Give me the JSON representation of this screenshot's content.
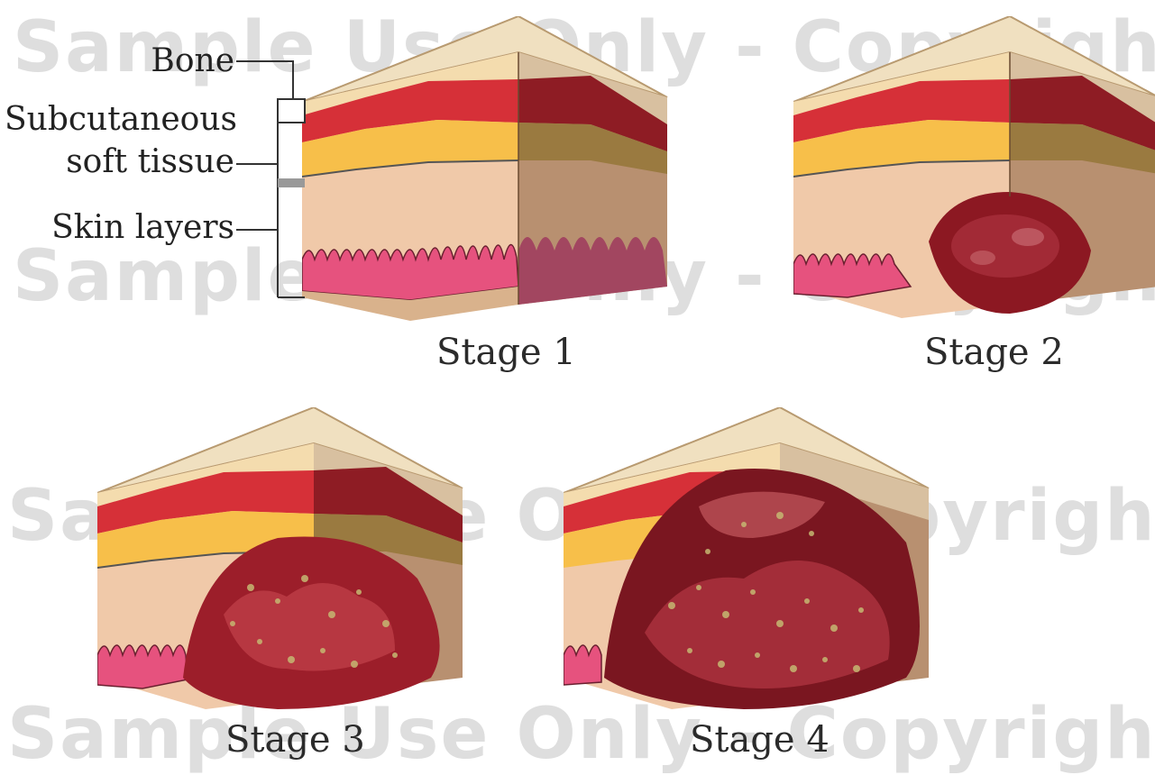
{
  "watermark": {
    "line1": "Sample Use Only - Copyrighted",
    "line2": "Sample Use Only - Copyrighted",
    "line3": "Sample Use Only - Copyrighted",
    "line4": "Sample Use Only - Copyrighted"
  },
  "layers": {
    "bone": "Bone",
    "subcutaneous_line1": "Subcutaneous",
    "subcutaneous_line2": "soft tissue",
    "skin": "Skin layers"
  },
  "stages": [
    {
      "label": "Stage 1"
    },
    {
      "label": "Stage 2"
    },
    {
      "label": "Stage 3"
    },
    {
      "label": "Stage 4"
    }
  ],
  "colors": {
    "bone": "#f3dcae",
    "muscle": "#d8303a",
    "fat": "#f6c04c",
    "dermis": "#f0c2a6",
    "epidermis": "#e84a78",
    "side_dark": "#9a6a4a",
    "wound": "#8c1822"
  }
}
